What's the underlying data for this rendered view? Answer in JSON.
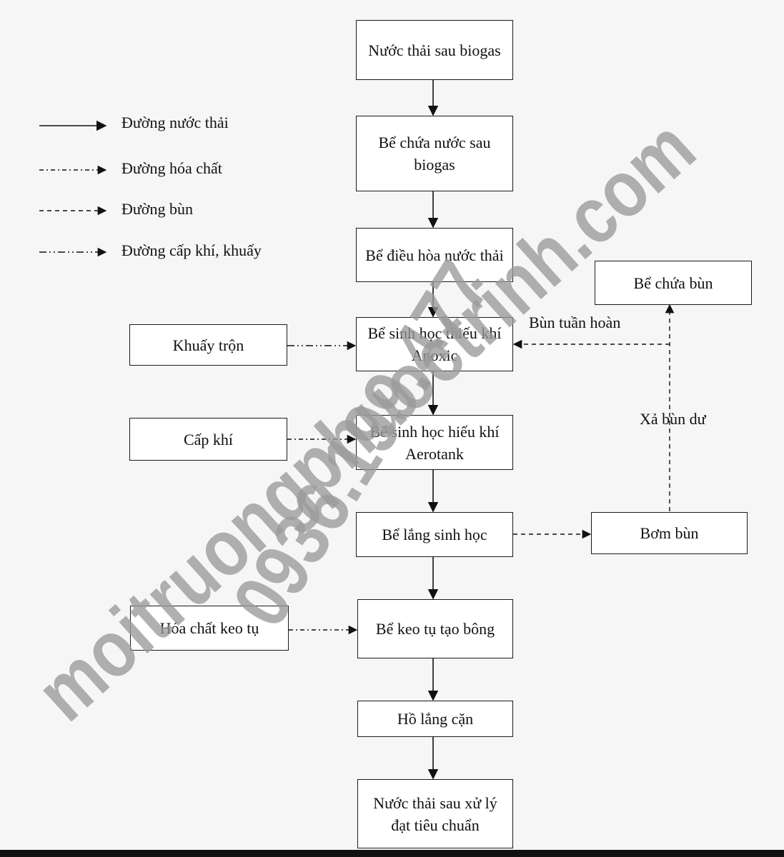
{
  "nodes": {
    "n1": "Nước thải sau biogas",
    "n2": "Bể chứa nước sau biogas",
    "n3": "Bể điều hòa nước thải",
    "n4": "Bể sinh học thiếu khí Anoxic",
    "n5": "Bể sinh học hiếu khí Aerotank",
    "n6": "Bể lắng sinh học",
    "n7": "Bể keo tụ tạo bông",
    "n8": "Hồ lắng cặn",
    "n9": "Nước thải sau xử lý đạt tiêu chuẩn",
    "khuay": "Khuấy trộn",
    "capkhi": "Cấp khí",
    "hoachat": "Hóa chất keo tụ",
    "bomb": "Bơm bùn",
    "bechua": "Bể chứa bùn"
  },
  "edge_labels": {
    "bun_tuan_hoan": "Bùn tuần hoàn",
    "xa_bun_du": "Xả bùn dư"
  },
  "legend": [
    {
      "style": "solid",
      "label": "Đường nước thải"
    },
    {
      "style": "dashdot",
      "label": "Đường hóa chất"
    },
    {
      "style": "dashed",
      "label": "Đường bùn"
    },
    {
      "style": "dashdotdot",
      "label": "Đường cấp khí, khuấy"
    }
  ],
  "watermark": {
    "line1": "moitruongphuoctrinh.com",
    "line2": "0936.199.477",
    "color": "#9a9a9a"
  }
}
